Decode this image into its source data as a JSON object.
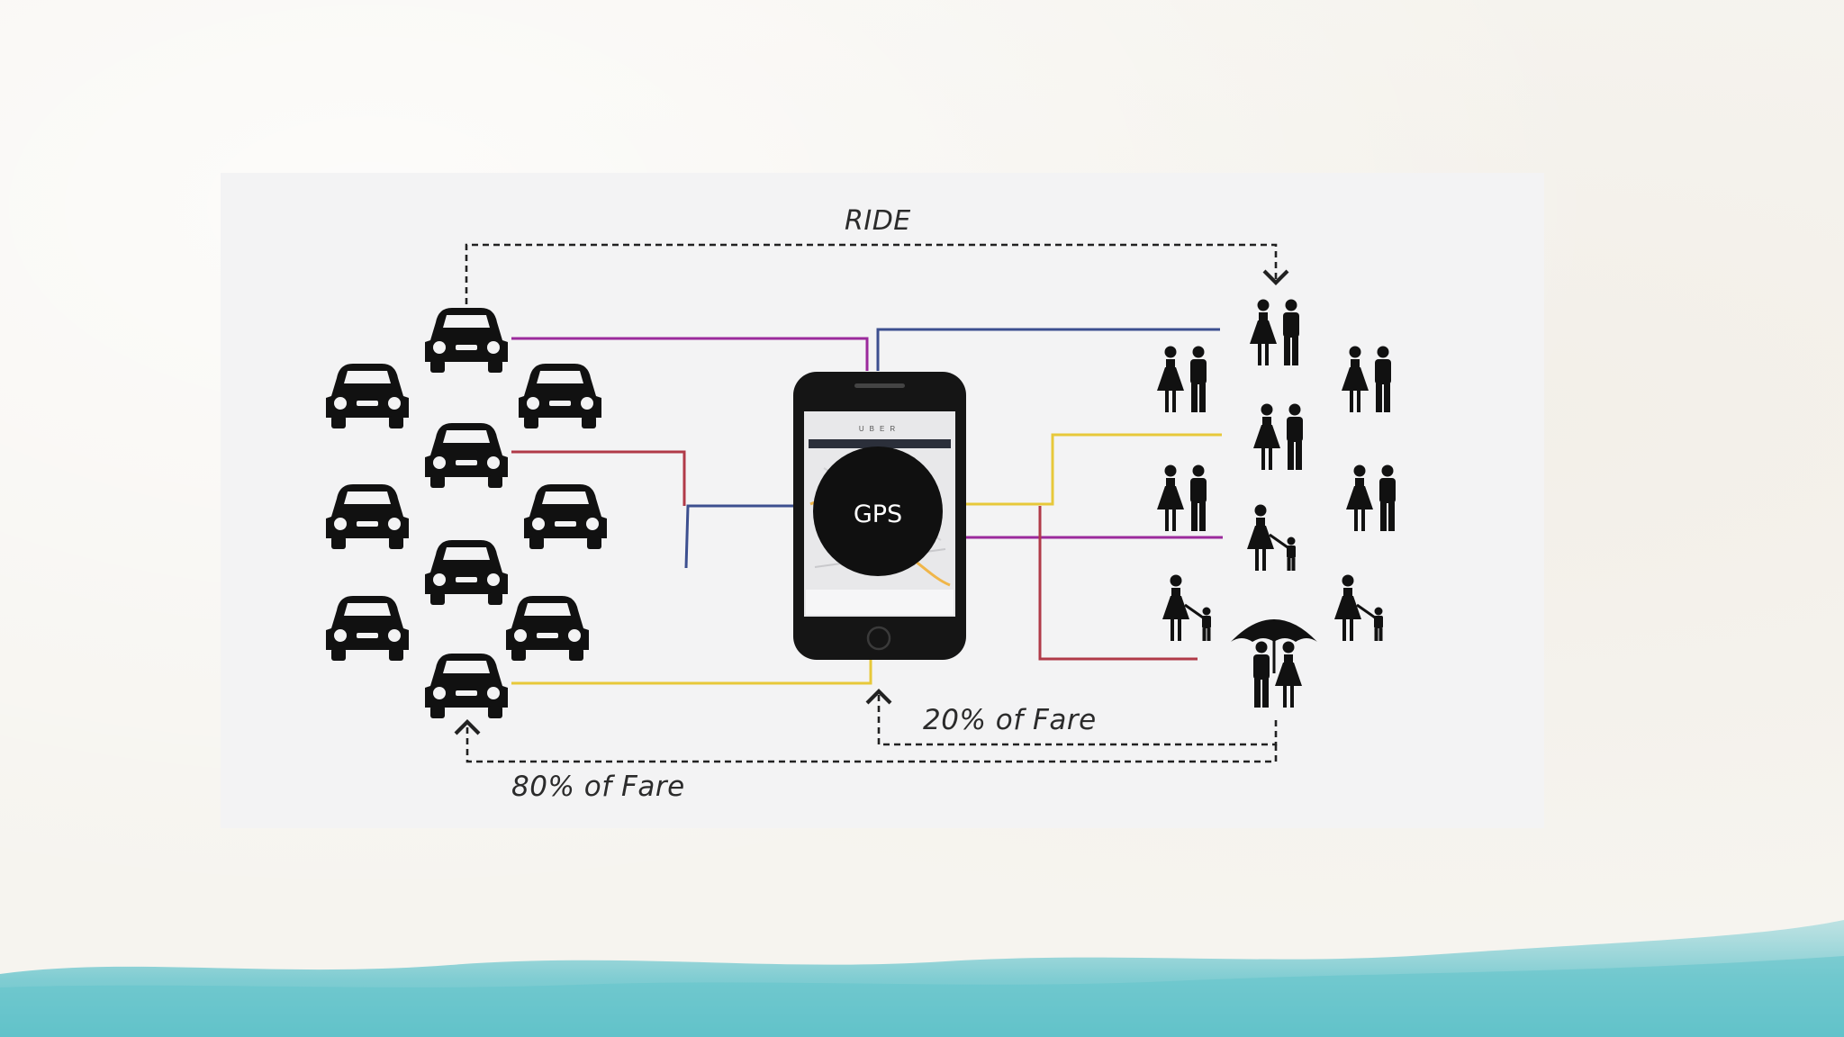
{
  "labels": {
    "ride": "RIDE",
    "platform_share": "20% of Fare",
    "driver_share": "80% of Fare"
  },
  "phone": {
    "center_label": "GPS",
    "app_name": "UBER"
  },
  "icons": {
    "driver": "car-icon",
    "rider_couple": "couple-icon",
    "rider_parent_child": "parent-child-icon",
    "rider_umbrella": "umbrella-couple-icon",
    "device": "smartphone-icon"
  },
  "colors": {
    "purple": "#9b2a9c",
    "navy": "#3c4f8f",
    "red": "#b03a48",
    "yellow": "#e7c83a",
    "ink": "#111111",
    "wash": "#6dc9cf"
  }
}
